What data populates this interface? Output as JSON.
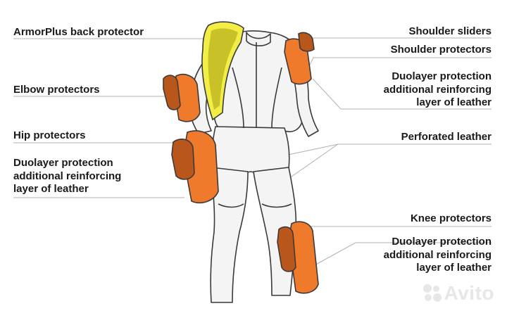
{
  "colors": {
    "orange": "#f07a2c",
    "orange_dark": "#b8561c",
    "yellow": "#f3ee45",
    "yellow_dark": "#c9c128",
    "outline": "#3a3a3a",
    "leader": "#b0b0b0",
    "suit": "#f4f4f4",
    "text": "#1a1a1a"
  },
  "labels": {
    "back_protector": "ArmorPlus back protector",
    "elbow_protectors": "Elbow protectors",
    "hip_protectors": "Hip protectors",
    "duolayer_left": "Duolayer protection\nadditional reinforcing\nlayer of leather",
    "shoulder_sliders": "Shoulder sliders",
    "shoulder_protectors": "Shoulder protectors",
    "duolayer_right_top": "Duolayer protection\nadditional reinforcing\nlayer of leather",
    "perforated_leather": "Perforated leather",
    "knee_protectors": "Knee protectors",
    "duolayer_right_bottom": "Duolayer protection\nadditional reinforcing\nlayer of leather"
  },
  "watermark": {
    "text": "Avito",
    "icon": "avito-dots-icon"
  }
}
